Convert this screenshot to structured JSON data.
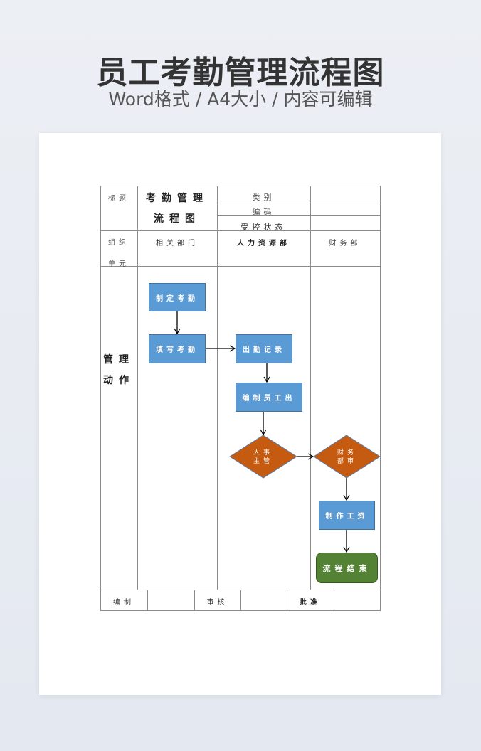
{
  "header": {
    "title": "员工考勤管理流程图",
    "subtitle": "Word格式 / A4大小 / 内容可编辑"
  },
  "form": {
    "title_label": "标题",
    "doc_title_line1": "考勤管理",
    "doc_title_line2": "流程图",
    "meta_fields": [
      {
        "label": "类别",
        "value": ""
      },
      {
        "label": "编码",
        "value": ""
      },
      {
        "label": "受控状态",
        "value": ""
      }
    ],
    "org_label_line1": "组织",
    "org_label_line2": "单元",
    "departments": [
      "相关部门",
      "人力资源部",
      "财务部"
    ],
    "action_label_line1": "管理",
    "action_label_line2": "动作",
    "footer": [
      {
        "label": "编制",
        "value": ""
      },
      {
        "label": "审核",
        "value": ""
      },
      {
        "label": "批准",
        "value": ""
      }
    ]
  },
  "flow": {
    "nodes": [
      {
        "id": "n1",
        "type": "process",
        "label": "制定考勤",
        "lane": "相关部门"
      },
      {
        "id": "n2",
        "type": "process",
        "label": "填写考勤",
        "lane": "相关部门"
      },
      {
        "id": "n3",
        "type": "process",
        "label": "出勤记录",
        "lane": "人力资源部"
      },
      {
        "id": "n4",
        "type": "process",
        "label": "编制员工出",
        "lane": "人力资源部"
      },
      {
        "id": "n5",
        "type": "decision",
        "label_line1": "人事",
        "label_line2": "主管",
        "lane": "人力资源部"
      },
      {
        "id": "n6",
        "type": "decision",
        "label_line1": "财务",
        "label_line2": "部审",
        "lane": "财务部"
      },
      {
        "id": "n7",
        "type": "process",
        "label": "制作工资",
        "lane": "财务部"
      },
      {
        "id": "n8",
        "type": "terminator",
        "label": "流程结束",
        "lane": "财务部"
      }
    ],
    "edges": [
      [
        "n1",
        "n2"
      ],
      [
        "n2",
        "n3"
      ],
      [
        "n3",
        "n4"
      ],
      [
        "n4",
        "n5"
      ],
      [
        "n5",
        "n6"
      ],
      [
        "n6",
        "n7"
      ],
      [
        "n7",
        "n8"
      ]
    ],
    "colors": {
      "process": "#5b9bd5",
      "decision": "#c55a11",
      "terminator": "#548235"
    }
  }
}
